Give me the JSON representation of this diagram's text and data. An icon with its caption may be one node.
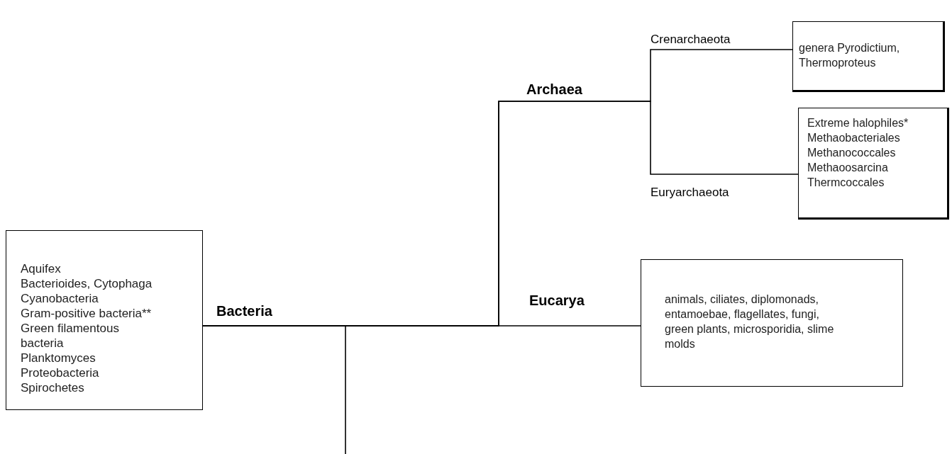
{
  "diagram": {
    "nodes": [
      {
        "text": [
          "Aquifex",
          "Bacterioides, Cytophaga",
          "Cyanobacteria",
          "Gram-positive bacteria**",
          "Green filamentous bacteria",
          "Planktomyces",
          "Proteobacteria",
          "Spirochetes"
        ]
      },
      {
        "text": [
          "genera Pyrodictium, Thermoproteus"
        ]
      },
      {
        "text": [
          "Extreme halophiles*",
          "Methaobacteriales",
          "Methanococcales",
          "Methaoosarcina",
          "Thermcoccales"
        ]
      },
      {
        "text": [
          "animals, ciliates, diplomonads, entamoebae, flagellates, fungi, green plants, microsporidia, slime molds"
        ]
      }
    ],
    "edges": [
      {
        "from": 0,
        "to": 3,
        "arrow": "none"
      },
      {
        "from": 0,
        "to": 1,
        "arrow": "none"
      },
      {
        "from": 0,
        "to": 2,
        "arrow": "none"
      },
      {
        "from": null,
        "to": 0,
        "arrow": "none"
      }
    ],
    "labels": [
      "Crenarchaeota",
      "Archaea",
      "Euryarchaeota",
      "Bacteria",
      "Eucarya"
    ]
  }
}
